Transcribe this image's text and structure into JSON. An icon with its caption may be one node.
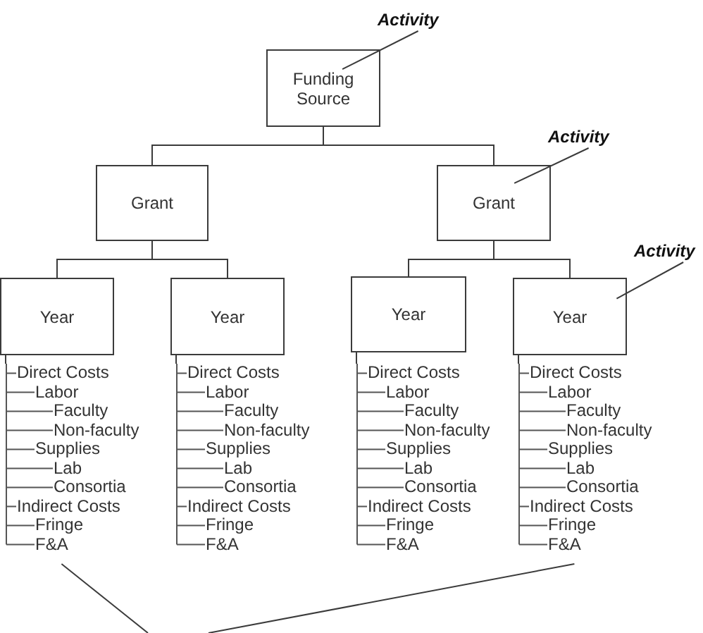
{
  "diagram": {
    "nodes": [
      {
        "text": [
          "Activity"
        ]
      },
      {
        "text": [
          "Funding Source"
        ]
      },
      {
        "text": [
          "Activity"
        ]
      },
      {
        "text": [
          "Grant"
        ]
      },
      {
        "text": [
          "Grant"
        ]
      },
      {
        "text": [
          "Activity"
        ]
      },
      {
        "text": [
          "Year"
        ]
      },
      {
        "text": [
          "Year"
        ]
      },
      {
        "text": [
          "Year"
        ]
      },
      {
        "text": [
          "Year"
        ]
      },
      {
        "text": [
          "Direct Costs",
          "Labor",
          "Faculty",
          "Non-faculty",
          "Supplies",
          "Lab",
          "Consortia",
          "Indirect Costs",
          "Fringe",
          "F&A"
        ]
      },
      {
        "text": [
          "Direct Costs",
          "Labor",
          "Faculty",
          "Non-faculty",
          "Supplies",
          "Lab",
          "Consortia",
          "Indirect Costs",
          "Fringe",
          "F&A"
        ]
      },
      {
        "text": [
          "Direct Costs",
          "Labor",
          "Faculty",
          "Non-faculty",
          "Supplies",
          "Lab",
          "Consortia",
          "Indirect Costs",
          "Fringe",
          "F&A"
        ]
      },
      {
        "text": [
          "Direct Costs",
          "Labor",
          "Faculty",
          "Non-faculty",
          "Supplies",
          "Lab",
          "Consortia",
          "Indirect Costs",
          "Fringe",
          "F&A"
        ]
      }
    ],
    "edges": [
      {
        "from": 1,
        "to": 3,
        "arrow": "none"
      },
      {
        "from": 1,
        "to": 4,
        "arrow": "none"
      },
      {
        "from": 3,
        "to": 6,
        "arrow": "none"
      },
      {
        "from": 3,
        "to": 7,
        "arrow": "none"
      },
      {
        "from": 4,
        "to": 8,
        "arrow": "none"
      },
      {
        "from": 4,
        "to": 9,
        "arrow": "none"
      },
      {
        "from": 0,
        "to": 1,
        "arrow": "none"
      },
      {
        "from": 2,
        "to": 4,
        "arrow": "none"
      },
      {
        "from": 5,
        "to": 9,
        "arrow": "none"
      },
      {
        "from": 6,
        "to": 10,
        "arrow": "none"
      },
      {
        "from": 7,
        "to": 11,
        "arrow": "none"
      },
      {
        "from": 8,
        "to": 12,
        "arrow": "none"
      },
      {
        "from": 9,
        "to": 13,
        "arrow": "none"
      },
      {
        "from": null,
        "to": 10,
        "arrow": "none"
      },
      {
        "from": null,
        "to": 13,
        "arrow": "none"
      }
    ]
  }
}
